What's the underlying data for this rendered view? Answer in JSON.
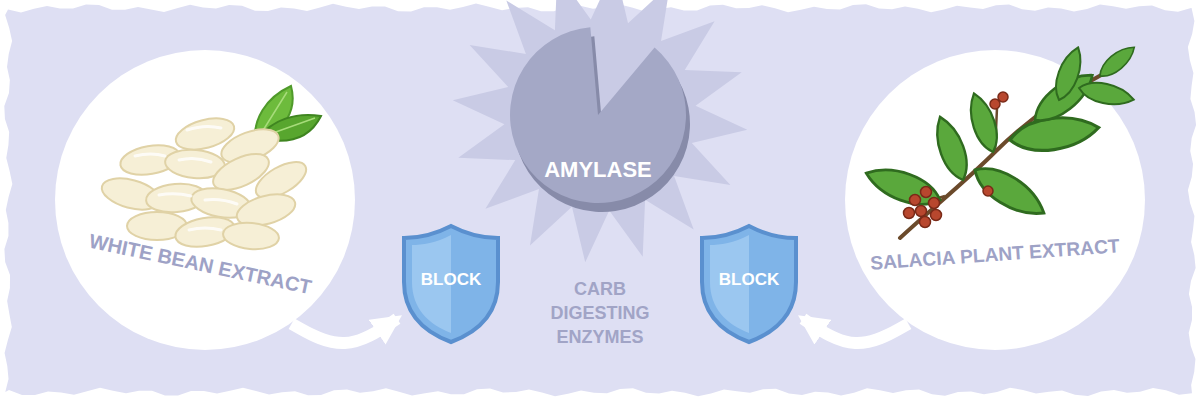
{
  "diagram": {
    "nodes": [
      {
        "text": [
          "WHITE BEAN EXTRACT"
        ]
      },
      {
        "text": [
          "BLOCK"
        ]
      },
      {
        "text": [
          "AMYLASE"
        ]
      },
      {
        "text": [
          "BLOCK"
        ]
      },
      {
        "text": [
          "SALACIA PLANT EXTRACT"
        ]
      }
    ],
    "edges": [
      {
        "from": 0,
        "to": 1,
        "arrow": "to"
      },
      {
        "from": 4,
        "to": 3,
        "arrow": "to"
      }
    ],
    "labels": [
      "CARB DIGESTING ENZYMES"
    ]
  }
}
